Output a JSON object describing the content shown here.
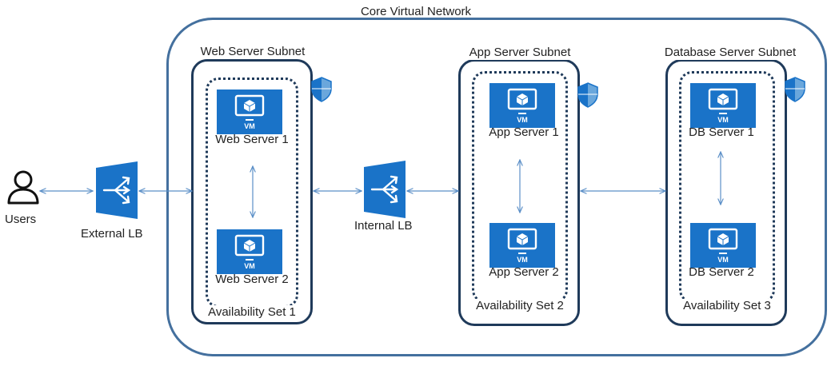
{
  "diagram": {
    "vnet_title": "Core Virtual Network",
    "users_label": "Users",
    "external_lb_label": "External LB",
    "internal_lb_label": "Internal LB",
    "vm_badge": "VM",
    "subnets": [
      {
        "title": "Web Server Subnet",
        "availability_set": "Availability Set 1",
        "servers": [
          "Web Server 1",
          "Web Server 2"
        ]
      },
      {
        "title": "App Server Subnet",
        "availability_set": "Availability Set 2",
        "servers": [
          "App Server 1",
          "App Server 2"
        ]
      },
      {
        "title": "Database Server Subnet",
        "availability_set": "Availability Set 3",
        "servers": [
          "DB Server 1",
          "DB Server 2"
        ]
      }
    ]
  },
  "colors": {
    "vnet_border": "#44709e",
    "subnet_border": "#1f3a5a",
    "azure_blue": "#1a73c8",
    "connector": "#5b8fc7"
  }
}
